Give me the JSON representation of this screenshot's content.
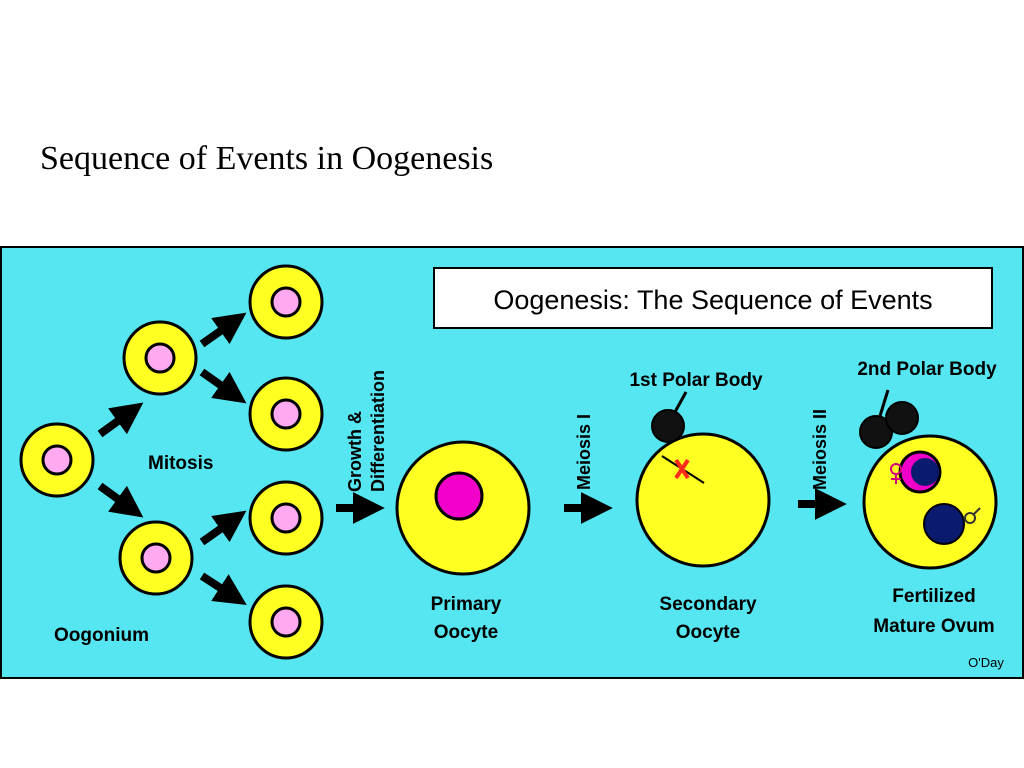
{
  "slide": {
    "title": "Sequence of Events in Oogenesis"
  },
  "diagram": {
    "box_title": "Oogenesis: The Sequence of Events",
    "labels": {
      "mitosis": "Mitosis",
      "oogonium": "Oogonium",
      "growth_line1": "Growth &",
      "growth_line2": "Differentiation",
      "meiosis_1": "Meiosis I",
      "meiosis_2": "Meiosis II",
      "first_polar_body": "1st Polar Body",
      "second_polar_body": "2nd Polar Body",
      "primary_oocyte_line1": "Primary",
      "primary_oocyte_line2": "Oocyte",
      "secondary_oocyte_line1": "Secondary",
      "secondary_oocyte_line2": "Oocyte",
      "fertilized_line1": "Fertilized",
      "fertilized_line2": "Mature Ovum",
      "credit": "O'Day"
    },
    "colors": {
      "background": "#55e6f2",
      "cell_fill": "#ffff22",
      "nucleus_fill": "#ffaaf0",
      "large_nucleus": "#f000c8",
      "male_pronucleus": "#0a1a6e",
      "polar_body": "#111111"
    }
  }
}
